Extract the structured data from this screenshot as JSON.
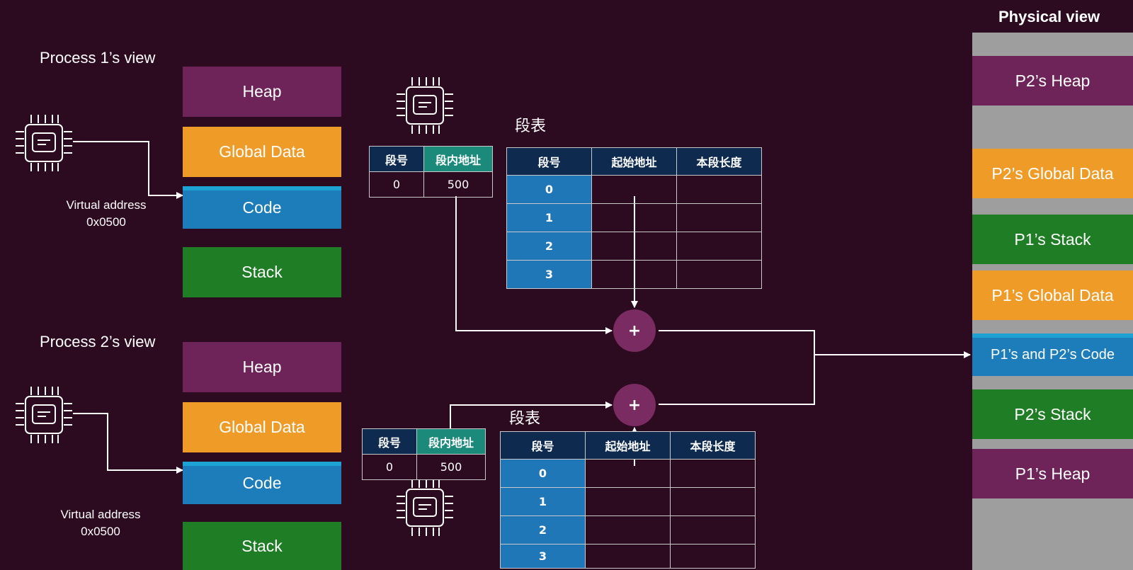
{
  "process1": {
    "title": "Process 1’s view",
    "segments": {
      "heap": "Heap",
      "global": "Global Data",
      "code": "Code",
      "stack": "Stack"
    },
    "vaddr_line1": "Virtual address",
    "vaddr_line2": "0x0500"
  },
  "process2": {
    "title": "Process 2’s view",
    "segments": {
      "heap": "Heap",
      "global": "Global Data",
      "code": "Code",
      "stack": "Stack"
    },
    "vaddr_line1": "Virtual address",
    "vaddr_line2": "0x0500"
  },
  "address_box_top": {
    "col1": "段号",
    "col2": "段内地址",
    "val1": "0",
    "val2": "500"
  },
  "address_box_bottom": {
    "col1": "段号",
    "col2": "段内地址",
    "val1": "0",
    "val2": "500"
  },
  "segment_table_top": {
    "title": "段表",
    "headers": [
      "段号",
      "起始地址",
      "本段长度"
    ],
    "rows": [
      "0",
      "1",
      "2",
      "3"
    ]
  },
  "segment_table_bottom": {
    "title": "段表",
    "headers": [
      "段号",
      "起始地址",
      "本段长度"
    ],
    "rows": [
      "0",
      "1",
      "2",
      "3"
    ]
  },
  "adder_symbol": "+",
  "physical": {
    "title": "Physical view",
    "blocks": {
      "p2_heap": "P2’s Heap",
      "p2_global": "P2’s Global Data",
      "p1_stack": "P1’s Stack",
      "p1_global": "P1’s Global Data",
      "shared_code": "P1’s and P2’s  Code",
      "p2_stack": "P2’s Stack",
      "p1_heap": "P1’s Heap"
    }
  },
  "colors": {
    "background": "#2c0a1f",
    "heap": "#6e2458",
    "global_data": "#ee9b28",
    "code": "#1d7cba",
    "stack": "#1f7d26",
    "table_header": "#0e2a4f",
    "table_index": "#1f77b8",
    "adder": "#7a2c62",
    "physical_gap": "#9e9e9e"
  },
  "icons": [
    "cpu-chip-icon"
  ]
}
